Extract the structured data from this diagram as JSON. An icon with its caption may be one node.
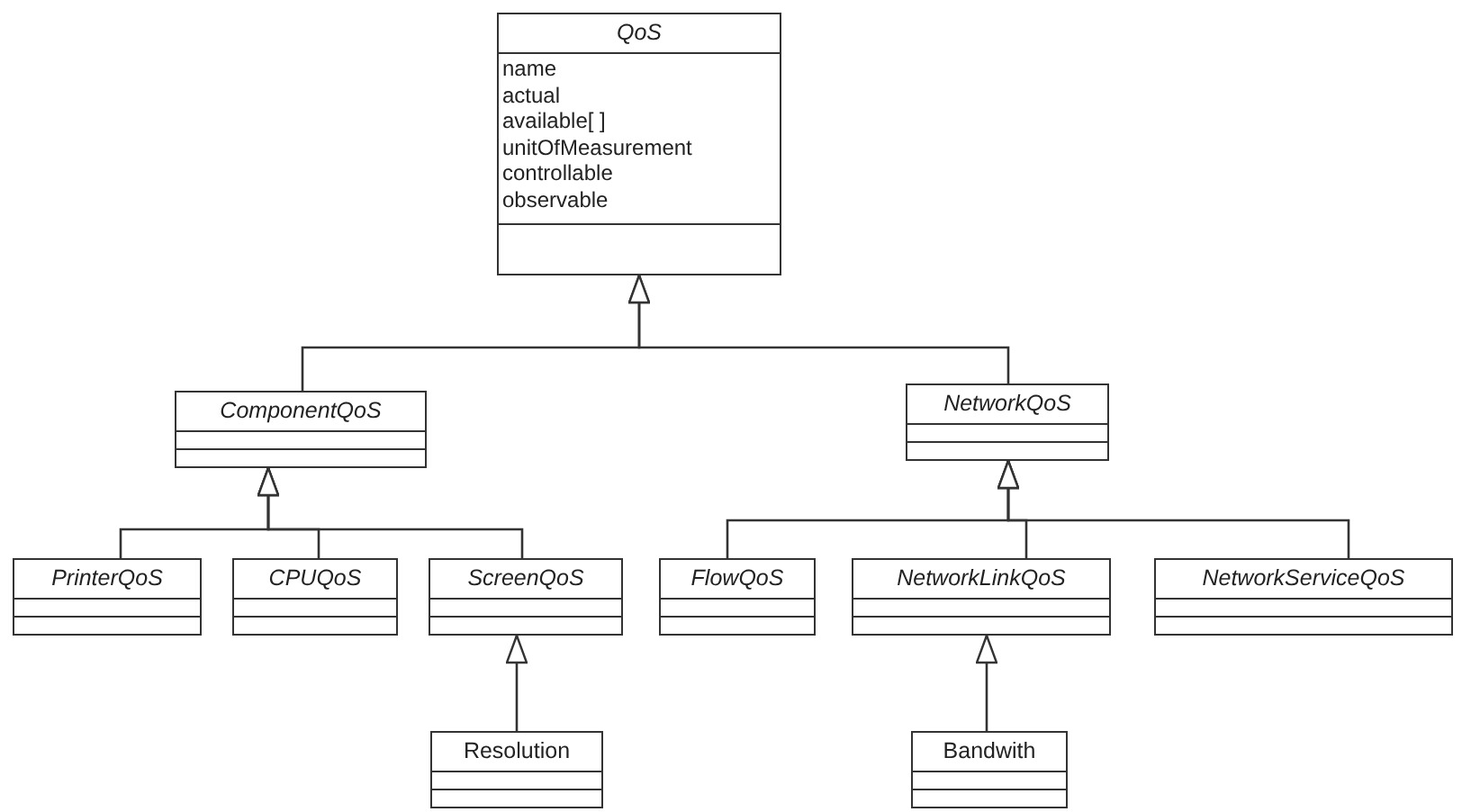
{
  "diagram": {
    "nodes": [
      {
        "text": [
          "QoS",
          "name",
          "actual",
          "available[ ]",
          "unitOfMeasurement",
          "controllable",
          "observable"
        ]
      },
      {
        "text": [
          "ComponentQoS"
        ]
      },
      {
        "text": [
          "NetworkQoS"
        ]
      },
      {
        "text": [
          "PrinterQoS"
        ]
      },
      {
        "text": [
          "CPUQoS"
        ]
      },
      {
        "text": [
          "ScreenQoS"
        ]
      },
      {
        "text": [
          "FlowQoS"
        ]
      },
      {
        "text": [
          "NetworkLinkQoS"
        ]
      },
      {
        "text": [
          "NetworkServiceQoS"
        ]
      },
      {
        "text": [
          "Resolution"
        ]
      },
      {
        "text": [
          "Bandwith"
        ]
      }
    ],
    "edges": [
      {
        "from": 1,
        "to": 0,
        "arrow": "to"
      },
      {
        "from": 2,
        "to": 0,
        "arrow": "to"
      },
      {
        "from": 3,
        "to": 1,
        "arrow": "to"
      },
      {
        "from": 4,
        "to": 1,
        "arrow": "to"
      },
      {
        "from": 5,
        "to": 1,
        "arrow": "to"
      },
      {
        "from": 6,
        "to": 2,
        "arrow": "to"
      },
      {
        "from": 7,
        "to": 2,
        "arrow": "to"
      },
      {
        "from": 8,
        "to": 2,
        "arrow": "to"
      },
      {
        "from": 9,
        "to": 5,
        "arrow": "to"
      },
      {
        "from": 10,
        "to": 7,
        "arrow": "to"
      }
    ]
  }
}
